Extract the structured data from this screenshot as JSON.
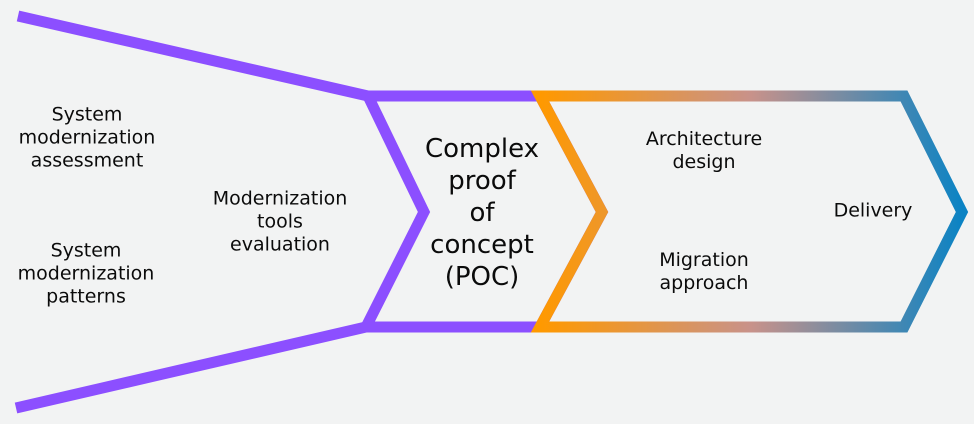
{
  "colors": {
    "background": "#f2f3f3",
    "funnel": "#8c4fff",
    "gradient_start": "#ff9900",
    "gradient_mid": "#c8928a",
    "gradient_end": "#0b83c4",
    "text": "#0b0b0b"
  },
  "stages": {
    "assessment": "System\nmodernization\nassessment",
    "patterns": "System\nmodernization\npatterns",
    "tools": "Modernization\ntools\nevaluation",
    "poc": "Complex\nproof\nof\nconcept\n(POC)",
    "architecture": "Architecture\ndesign",
    "migration": "Migration\napproach",
    "delivery": "Delivery"
  }
}
